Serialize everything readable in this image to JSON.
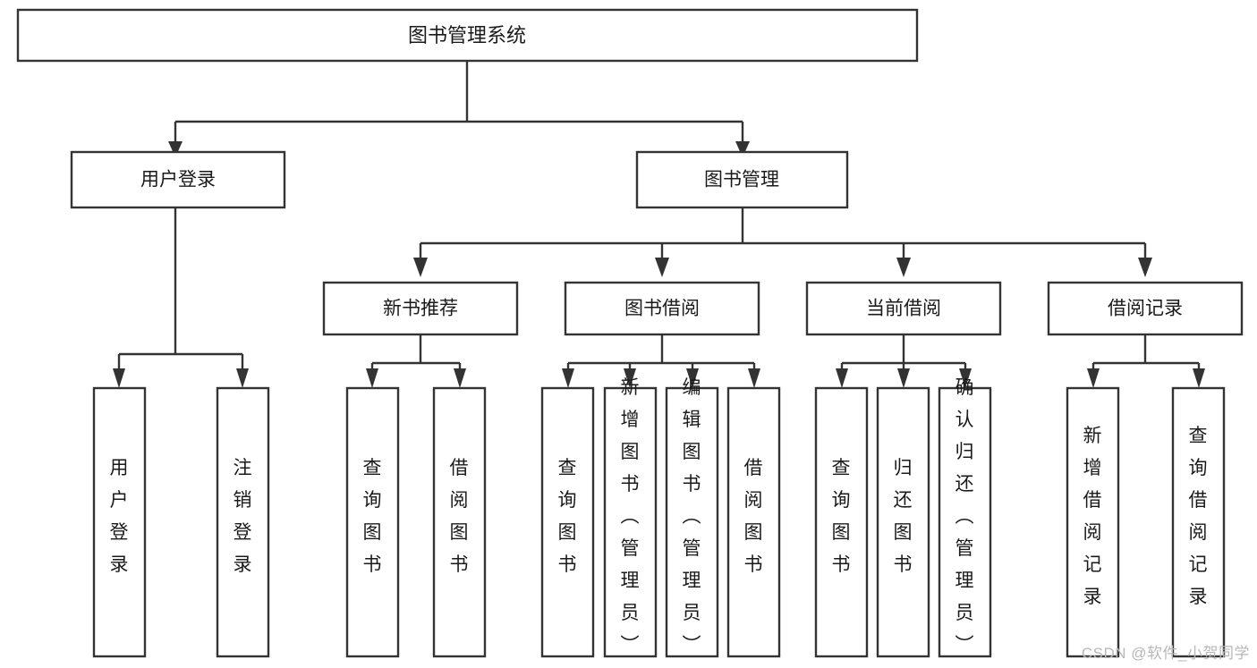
{
  "diagram": {
    "type": "tree",
    "title": "图书管理系统",
    "watermark": "CSDN @软件_小贺同学",
    "colors": {
      "box_stroke": "#333333",
      "box_fill": "#ffffff",
      "text": "#1a1a1a",
      "connector": "#333333",
      "watermark": "#b8b8b8",
      "background": "#ffffff"
    },
    "levels": {
      "root": {
        "label": "图书管理系统"
      },
      "level2": [
        {
          "label": "用户登录"
        },
        {
          "label": "图书管理"
        }
      ],
      "level3": [
        {
          "label": "新书推荐"
        },
        {
          "label": "图书借阅"
        },
        {
          "label": "当前借阅"
        },
        {
          "label": "借阅记录"
        }
      ],
      "leaves_login": [
        {
          "label": "用户登录"
        },
        {
          "label": "注销登录"
        }
      ],
      "leaves_recommend": [
        {
          "label": "查询图书"
        },
        {
          "label": "借阅图书"
        }
      ],
      "leaves_borrow": [
        {
          "label": "查询图书"
        },
        {
          "label": "新增图书（管理员）"
        },
        {
          "label": "编辑图书（管理员）"
        },
        {
          "label": "借阅图书"
        }
      ],
      "leaves_current": [
        {
          "label": "查询图书"
        },
        {
          "label": "归还图书"
        },
        {
          "label": "确认归还（管理员）"
        }
      ],
      "leaves_records": [
        {
          "label": "新增借阅记录"
        },
        {
          "label": "查询借阅记录"
        }
      ]
    }
  }
}
